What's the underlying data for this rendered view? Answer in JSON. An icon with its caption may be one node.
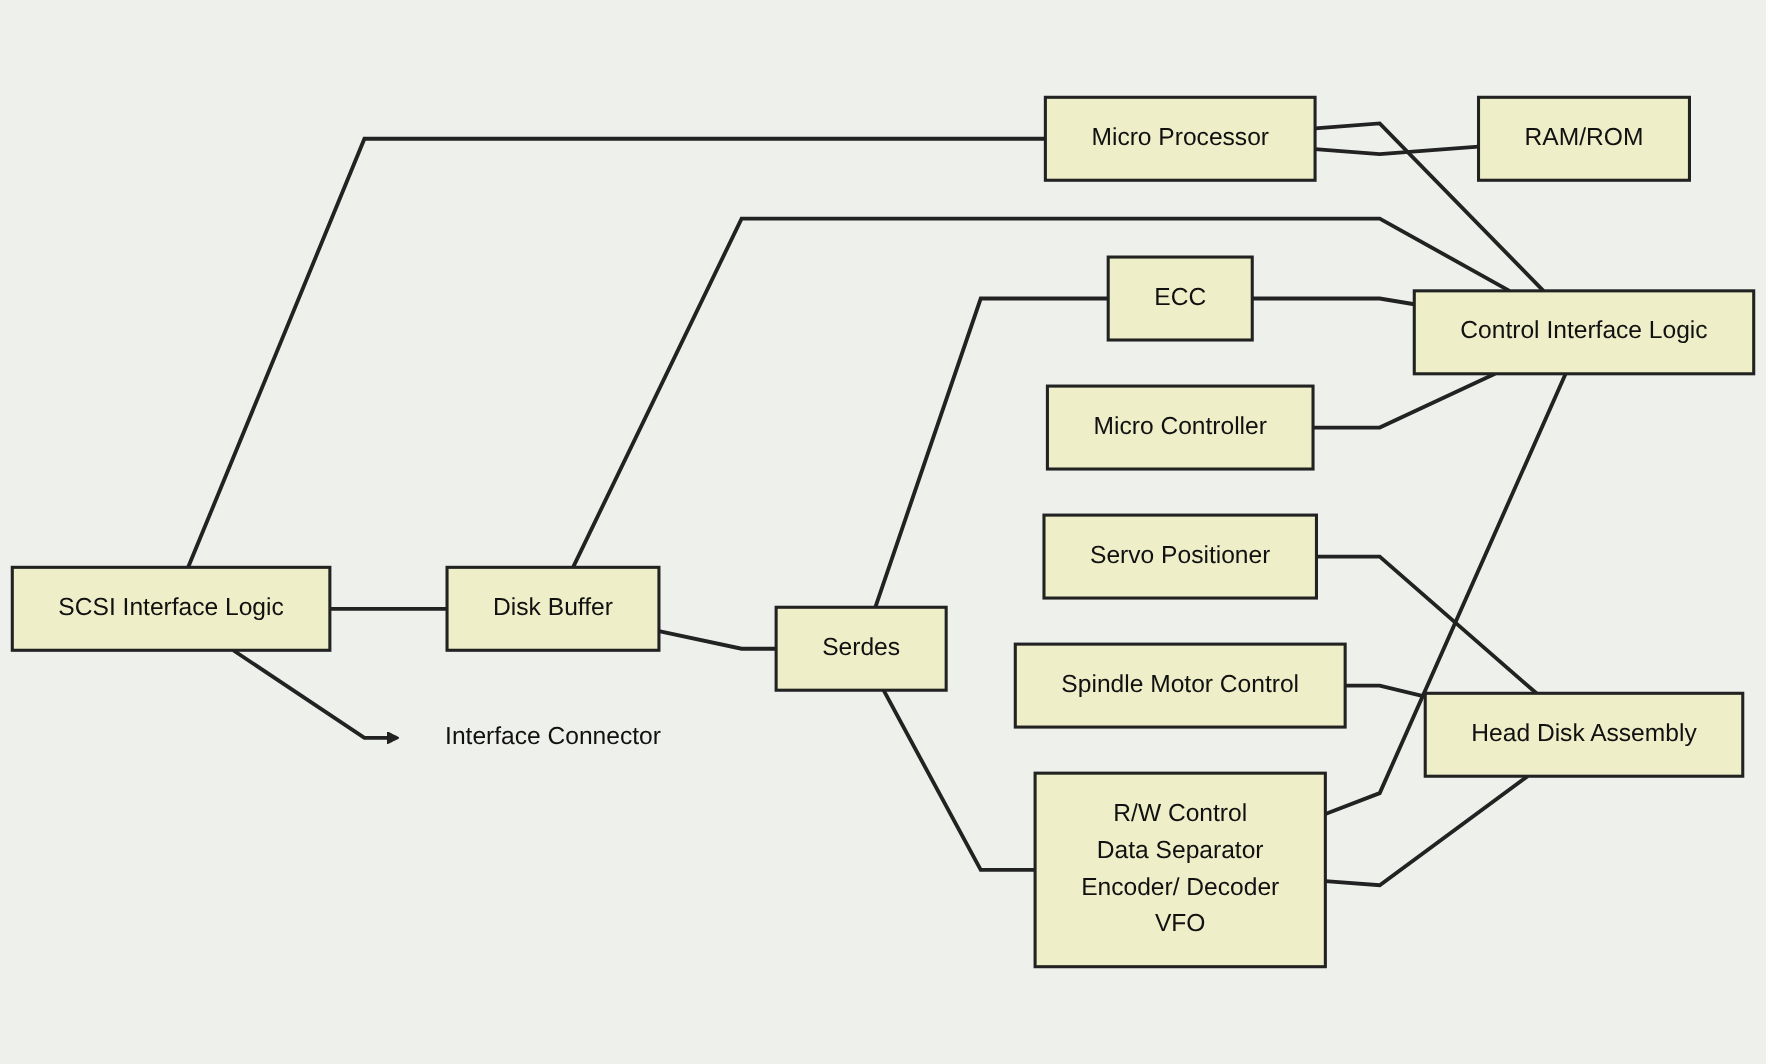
{
  "diagram": {
    "nodes": [
      {
        "text": [
          "Interface Connector"
        ]
      },
      {
        "text": [
          "SCSI Interface Logic"
        ]
      },
      {
        "text": [
          "Disk Buffer"
        ]
      },
      {
        "text": [
          "Serdes"
        ]
      },
      {
        "text": [
          "ECC"
        ]
      },
      {
        "text": [
          "R/W Control",
          "Data Separator",
          "Encoder/ Decoder",
          "VFO"
        ]
      },
      {
        "text": [
          "Head Disk Assembly"
        ]
      },
      {
        "text": [
          "Micro Processor"
        ]
      },
      {
        "text": [
          "RAM/ROM"
        ]
      },
      {
        "text": [
          "Control Interface Logic"
        ]
      },
      {
        "text": [
          "Micro Controller"
        ]
      },
      {
        "text": [
          "Servo Positioner"
        ]
      },
      {
        "text": [
          "Spindle Motor Control"
        ]
      }
    ],
    "edges": [
      {
        "from": 1,
        "to": 0,
        "arrow": "to"
      },
      {
        "from": 1,
        "to": 2,
        "arrow": "none"
      },
      {
        "from": 2,
        "to": 3,
        "arrow": "none"
      },
      {
        "from": 3,
        "to": 5,
        "arrow": "none"
      },
      {
        "from": 3,
        "to": 4,
        "arrow": "none"
      },
      {
        "from": 5,
        "to": 6,
        "arrow": "none"
      },
      {
        "from": 2,
        "to": 9,
        "arrow": "none"
      },
      {
        "from": 4,
        "to": 9,
        "arrow": "none"
      },
      {
        "from": 5,
        "to": 9,
        "arrow": "none"
      },
      {
        "from": 10,
        "to": 9,
        "arrow": "none"
      },
      {
        "from": 1,
        "to": 7,
        "arrow": "none"
      },
      {
        "from": 7,
        "to": 8,
        "arrow": "none"
      },
      {
        "from": 7,
        "to": 9,
        "arrow": "none"
      },
      {
        "from": 11,
        "to": 6,
        "arrow": "none"
      },
      {
        "from": 12,
        "to": 6,
        "arrow": "none"
      }
    ]
  }
}
